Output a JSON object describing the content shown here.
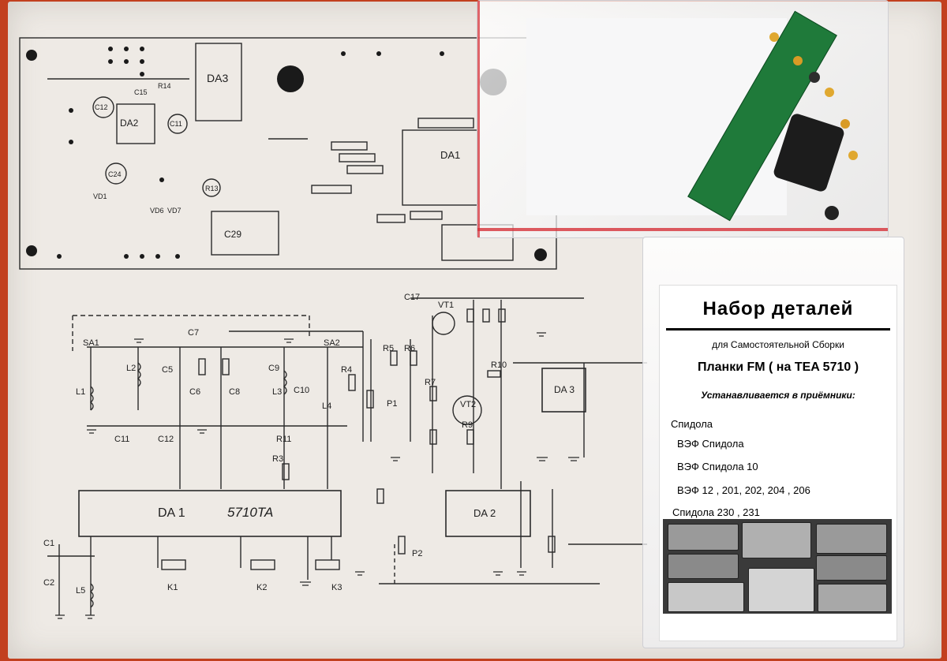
{
  "schematic": {
    "pcb_labels": [
      "DA3",
      "DA2",
      "DA1",
      "C29",
      "VD1",
      "VD6",
      "VD7",
      "R14",
      "C24",
      "C12",
      "C15",
      "C11",
      "R13"
    ],
    "chip_main": "DA 1",
    "chip_main_marking": "5710TA",
    "chip_second": "DA 2",
    "chip_third": "DA 3",
    "component_labels": [
      "SA1",
      "SA2",
      "L1",
      "L2",
      "L3",
      "L4",
      "L5",
      "C1",
      "C2",
      "C5",
      "C6",
      "C7",
      "C8",
      "C9",
      "C10",
      "C11",
      "C12",
      "C17",
      "VT1",
      "VT2",
      "R3",
      "R4",
      "R5",
      "R6",
      "R7",
      "R9",
      "R10",
      "R11",
      "P1",
      "P2",
      "K1",
      "K2",
      "K3"
    ]
  },
  "bag_label": {
    "title": "Набор деталей",
    "subtitle": "для Самостоятельной Сборки",
    "product": "Планки FM ( на TEA 5710 )",
    "install": "Устанавливается в приёмники:",
    "models": [
      "Спидола",
      "ВЭФ Спидола",
      "ВЭФ Спидола 10",
      "ВЭФ 12 , 201, 202, 204 , 206",
      "Спидола 230 , 231"
    ]
  },
  "colors": {
    "background": "#c2401f",
    "paper": "#eeeae5",
    "pcb": "#1f7a3a",
    "ink": "#1e1e1e"
  }
}
